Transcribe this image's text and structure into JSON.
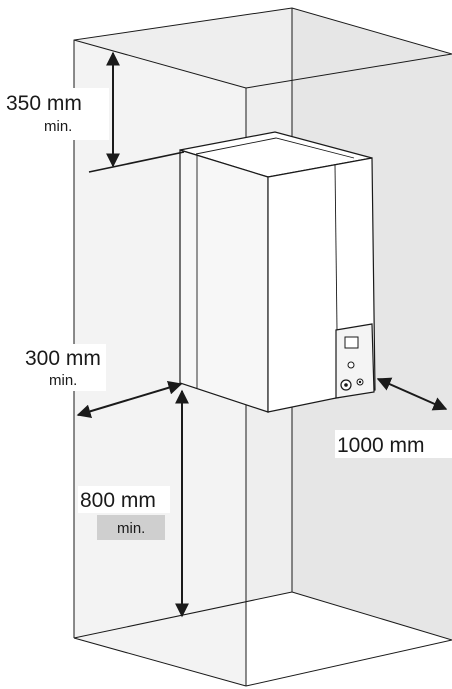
{
  "dimensions": {
    "top": {
      "value": "350 mm",
      "qualifier": "min."
    },
    "left": {
      "value": "300 mm",
      "qualifier": "min."
    },
    "front": {
      "value": "1000 mm"
    },
    "bottom": {
      "value": "800 mm",
      "qualifier": "min."
    }
  },
  "colors": {
    "room_fill": "#eeeeee",
    "line": "#1a1a1a",
    "label_highlight": "#cfcfcf"
  }
}
